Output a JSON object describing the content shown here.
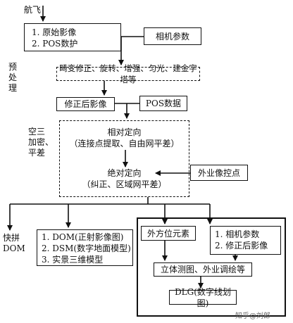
{
  "labels": {
    "flight": "航飞",
    "preprocess": [
      "预",
      "处",
      "理"
    ],
    "aerial_triangulation": [
      "空三",
      "加密、",
      "平差"
    ],
    "quick_mosaic": [
      "快拼",
      "DOM"
    ]
  },
  "boxes": {
    "raw_data": [
      "1. 原始影像",
      "2. POS数护"
    ],
    "camera_params": "相机参数",
    "preprocessing": "畸变修正、旋转、增强、匀光、建金字塔等",
    "corrected_images": "修正后影像",
    "pos_data": "POS数据",
    "relative_orientation": [
      "相对定向",
      "（连接点提取、自由网平差）"
    ],
    "absolute_orientation": [
      "绝对定向",
      "（纠正、区域网平差）"
    ],
    "ground_control": "外业像控点",
    "products": [
      "1. DOM(正射影像图)",
      "2. DSM(数字地面模型)",
      "3. 实景三维模型"
    ],
    "exterior_orientation": "外方位元素",
    "camera_and_images": [
      "1. 相机参数",
      "2. 修正后影像"
    ],
    "stereo_survey": "立体测图、外业调绘等",
    "dlg": "DLG(数字线划图)"
  },
  "watermark": "知乎@刘郎"
}
